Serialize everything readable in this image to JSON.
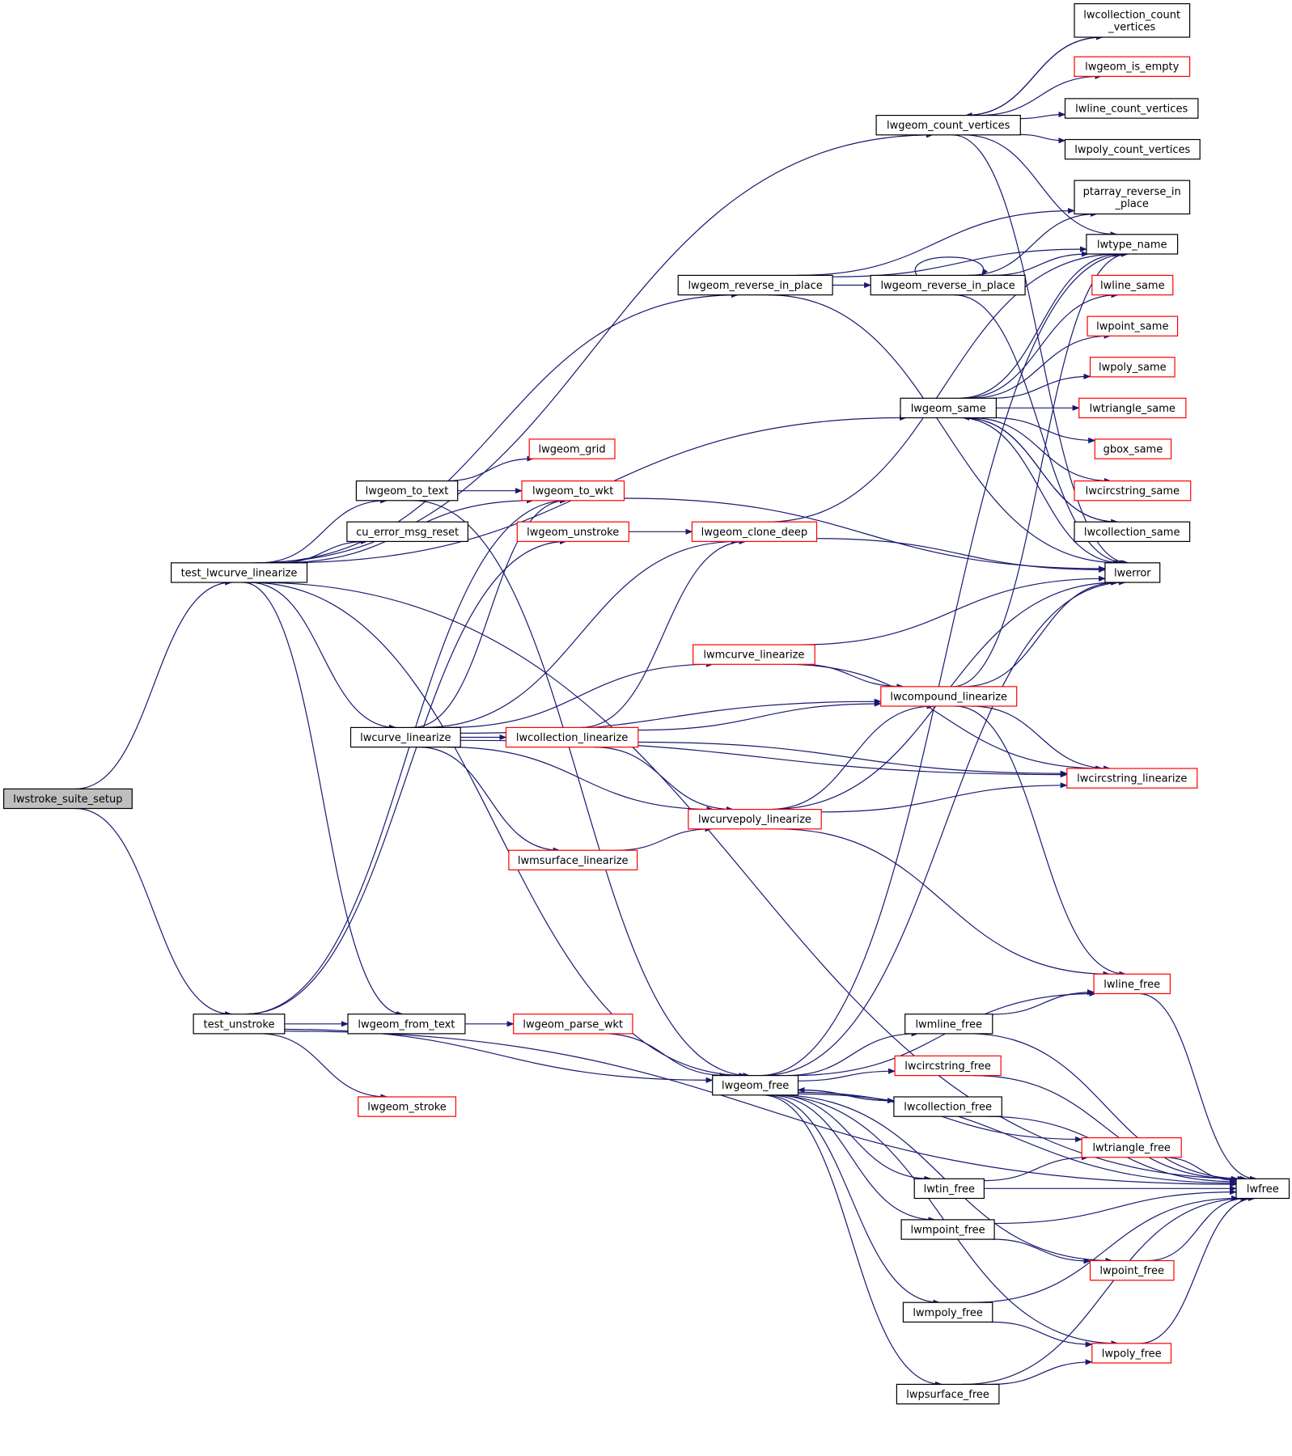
{
  "colors": {
    "edge": "#191970",
    "border_normal": "#000000",
    "border_incomplete": "#ff0000",
    "root_fill": "#bfbfbf",
    "node_fill": "#ffffff",
    "background": "#ffffff"
  },
  "nodes": [
    {
      "id": "lwstroke_suite_setup",
      "lines": [
        "lwstroke_suite_setup"
      ],
      "kind": "root"
    },
    {
      "id": "test_lwcurve_linearize",
      "lines": [
        "test_lwcurve_linearize"
      ],
      "kind": "normal"
    },
    {
      "id": "test_unstroke",
      "lines": [
        "test_unstroke"
      ],
      "kind": "normal"
    },
    {
      "id": "lwgeom_count_vertices",
      "lines": [
        "lwgeom_count_vertices"
      ],
      "kind": "normal"
    },
    {
      "id": "lwgeom_reverse_in_place_1",
      "lines": [
        "lwgeom_reverse_in_place"
      ],
      "kind": "normal"
    },
    {
      "id": "lwgeom_reverse_in_place_2",
      "lines": [
        "lwgeom_reverse_in_place"
      ],
      "kind": "normal"
    },
    {
      "id": "lwgeom_same",
      "lines": [
        "lwgeom_same"
      ],
      "kind": "normal"
    },
    {
      "id": "lwgeom_to_text",
      "lines": [
        "lwgeom_to_text"
      ],
      "kind": "normal"
    },
    {
      "id": "cu_error_msg_reset",
      "lines": [
        "cu_error_msg_reset"
      ],
      "kind": "normal"
    },
    {
      "id": "lwcurve_linearize",
      "lines": [
        "lwcurve_linearize"
      ],
      "kind": "normal"
    },
    {
      "id": "lwgeom_from_text",
      "lines": [
        "lwgeom_from_text"
      ],
      "kind": "normal"
    },
    {
      "id": "lwgeom_free",
      "lines": [
        "lwgeom_free"
      ],
      "kind": "normal"
    },
    {
      "id": "lwgeom_stroke",
      "lines": [
        "lwgeom_stroke"
      ],
      "kind": "incomplete"
    },
    {
      "id": "lwgeom_grid",
      "lines": [
        "lwgeom_grid"
      ],
      "kind": "incomplete"
    },
    {
      "id": "lwgeom_to_wkt",
      "lines": [
        "lwgeom_to_wkt"
      ],
      "kind": "incomplete"
    },
    {
      "id": "lwgeom_unstroke",
      "lines": [
        "lwgeom_unstroke"
      ],
      "kind": "incomplete"
    },
    {
      "id": "lwgeom_clone_deep",
      "lines": [
        "lwgeom_clone_deep"
      ],
      "kind": "incomplete"
    },
    {
      "id": "lwmcurve_linearize",
      "lines": [
        "lwmcurve_linearize"
      ],
      "kind": "incomplete"
    },
    {
      "id": "lwcompound_linearize",
      "lines": [
        "lwcompound_linearize"
      ],
      "kind": "incomplete"
    },
    {
      "id": "lwcollection_linearize",
      "lines": [
        "lwcollection_linearize"
      ],
      "kind": "incomplete"
    },
    {
      "id": "lwcurvepoly_linearize",
      "lines": [
        "lwcurvepoly_linearize"
      ],
      "kind": "incomplete"
    },
    {
      "id": "lwmsurface_linearize",
      "lines": [
        "lwmsurface_linearize"
      ],
      "kind": "incomplete"
    },
    {
      "id": "lwgeom_parse_wkt",
      "lines": [
        "lwgeom_parse_wkt"
      ],
      "kind": "incomplete"
    },
    {
      "id": "lwcollection_count_vertices",
      "lines": [
        "lwcollection_count",
        "_vertices"
      ],
      "kind": "normal"
    },
    {
      "id": "lwgeom_is_empty",
      "lines": [
        "lwgeom_is_empty"
      ],
      "kind": "incomplete"
    },
    {
      "id": "lwline_count_vertices",
      "lines": [
        "lwline_count_vertices"
      ],
      "kind": "normal"
    },
    {
      "id": "lwpoly_count_vertices",
      "lines": [
        "lwpoly_count_vertices"
      ],
      "kind": "normal"
    },
    {
      "id": "ptarray_reverse_in_place",
      "lines": [
        "ptarray_reverse_in",
        "_place"
      ],
      "kind": "normal"
    },
    {
      "id": "lwtype_name",
      "lines": [
        "lwtype_name"
      ],
      "kind": "normal"
    },
    {
      "id": "lwline_same",
      "lines": [
        "lwline_same"
      ],
      "kind": "incomplete"
    },
    {
      "id": "lwpoint_same",
      "lines": [
        "lwpoint_same"
      ],
      "kind": "incomplete"
    },
    {
      "id": "lwpoly_same",
      "lines": [
        "lwpoly_same"
      ],
      "kind": "incomplete"
    },
    {
      "id": "lwtriangle_same",
      "lines": [
        "lwtriangle_same"
      ],
      "kind": "incomplete"
    },
    {
      "id": "gbox_same",
      "lines": [
        "gbox_same"
      ],
      "kind": "incomplete"
    },
    {
      "id": "lwcircstring_same",
      "lines": [
        "lwcircstring_same"
      ],
      "kind": "incomplete"
    },
    {
      "id": "lwcollection_same",
      "lines": [
        "lwcollection_same"
      ],
      "kind": "normal"
    },
    {
      "id": "lwerror",
      "lines": [
        "lwerror"
      ],
      "kind": "normal"
    },
    {
      "id": "lwcircstring_linearize",
      "lines": [
        "lwcircstring_linearize"
      ],
      "kind": "incomplete"
    },
    {
      "id": "lwline_free",
      "lines": [
        "lwline_free"
      ],
      "kind": "incomplete"
    },
    {
      "id": "lwmline_free",
      "lines": [
        "lwmline_free"
      ],
      "kind": "normal"
    },
    {
      "id": "lwcircstring_free",
      "lines": [
        "lwcircstring_free"
      ],
      "kind": "incomplete"
    },
    {
      "id": "lwcollection_free",
      "lines": [
        "lwcollection_free"
      ],
      "kind": "normal"
    },
    {
      "id": "lwtriangle_free",
      "lines": [
        "lwtriangle_free"
      ],
      "kind": "incomplete"
    },
    {
      "id": "lwtin_free",
      "lines": [
        "lwtin_free"
      ],
      "kind": "normal"
    },
    {
      "id": "lwmpoint_free",
      "lines": [
        "lwmpoint_free"
      ],
      "kind": "normal"
    },
    {
      "id": "lwpoint_free",
      "lines": [
        "lwpoint_free"
      ],
      "kind": "incomplete"
    },
    {
      "id": "lwmpoly_free",
      "lines": [
        "lwmpoly_free"
      ],
      "kind": "normal"
    },
    {
      "id": "lwpoly_free",
      "lines": [
        "lwpoly_free"
      ],
      "kind": "incomplete"
    },
    {
      "id": "lwpsurface_free",
      "lines": [
        "lwpsurface_free"
      ],
      "kind": "normal"
    },
    {
      "id": "lwfree",
      "lines": [
        "lwfree"
      ],
      "kind": "normal"
    }
  ]
}
